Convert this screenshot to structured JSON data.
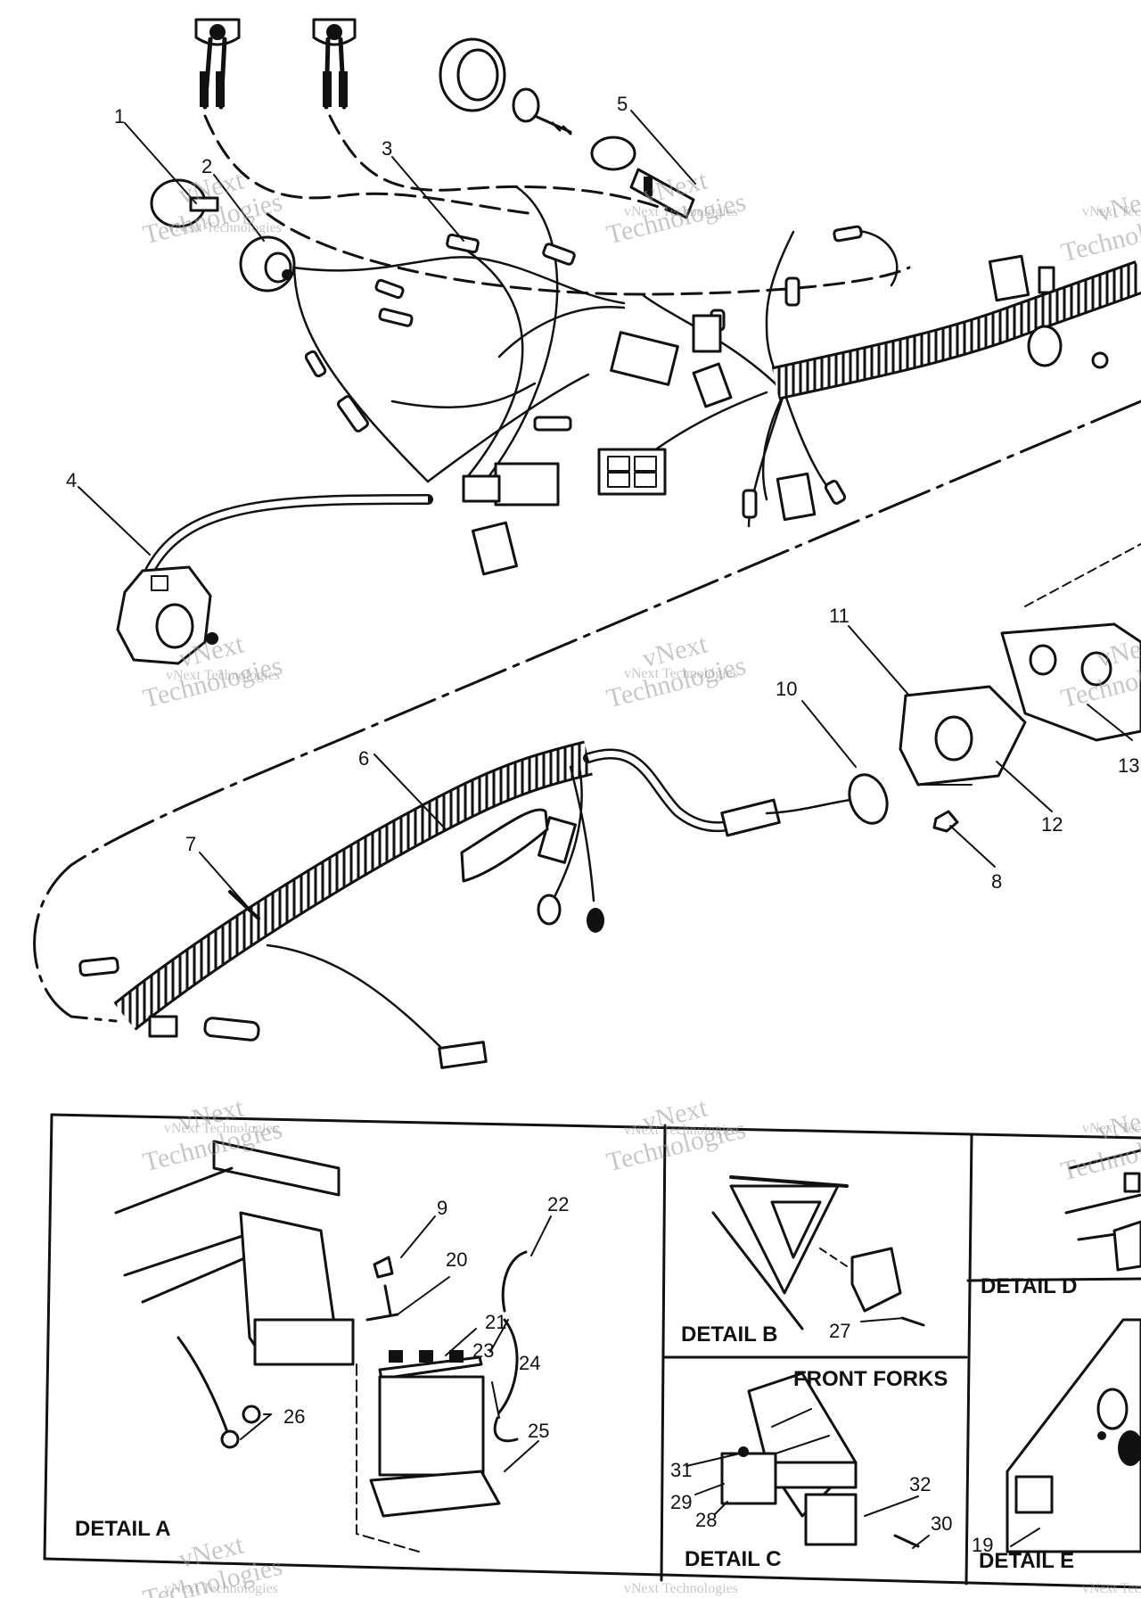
{
  "callouts": {
    "c1": "1",
    "c2": "2",
    "c3": "3",
    "c4": "4",
    "c5": "5",
    "c6": "6",
    "c7": "7",
    "c8": "8",
    "c9": "9",
    "c10": "10",
    "c11": "11",
    "c12": "12",
    "c13": "13",
    "c19": "19",
    "c20": "20",
    "c21": "21",
    "c22": "22",
    "c23": "23",
    "c24": "24",
    "c25": "25",
    "c26": "26",
    "c27": "27",
    "c28": "28",
    "c29": "29",
    "c30": "30",
    "c31": "31",
    "c32": "32"
  },
  "details": {
    "a": "DETAIL A",
    "b": "DETAIL B",
    "c": "DETAIL C",
    "d": "DETAIL D",
    "e": "DETAIL E",
    "front_forks": "FRONT FORKS"
  },
  "watermark": {
    "line1": "vNext",
    "line2": "Technologies",
    "small": "vNext Technologies"
  },
  "colors": {
    "ink": "#111111",
    "paper": "#ffffff",
    "watermark": "#9a9a9a"
  }
}
